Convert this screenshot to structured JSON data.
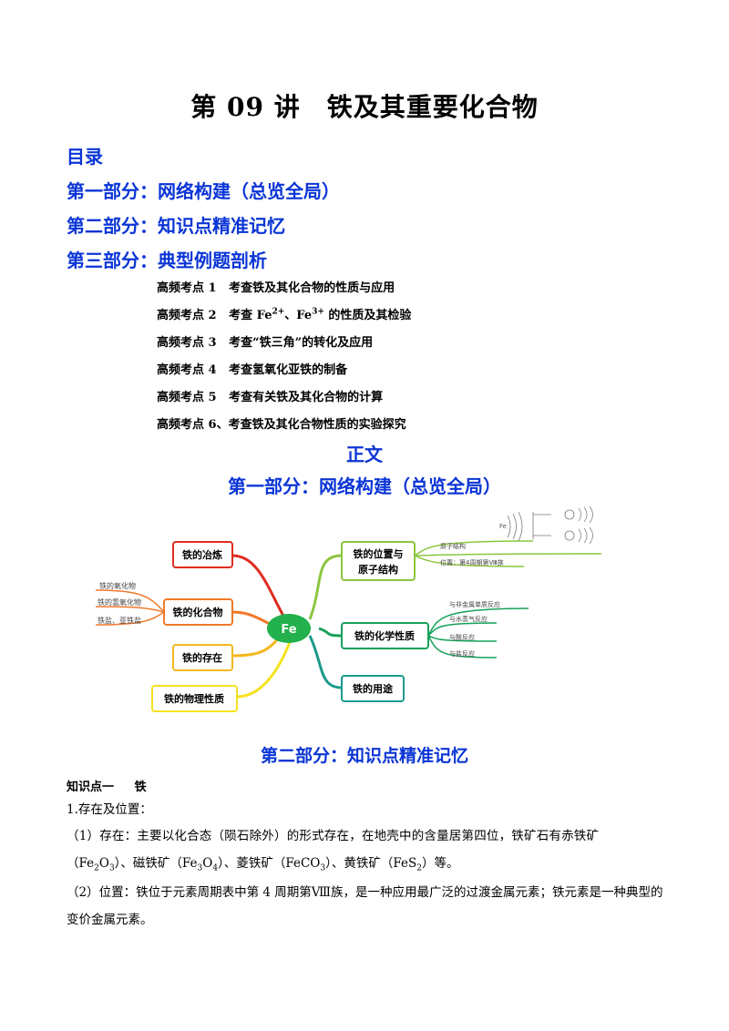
{
  "title": "第 09 讲　铁及其重要化合物",
  "toc": {
    "heading": "目录",
    "parts": [
      "第一部分：网络构建（总览全局）",
      "第二部分：知识点精准记忆",
      "第三部分：典型例题剖析"
    ],
    "points": [
      {
        "label": "高频考点 1",
        "text": "考查铁及其化合物的性质与应用"
      },
      {
        "label": "高频考点 2",
        "pre": "考查 Fe",
        "sup1": "2+",
        "mid": "、Fe",
        "sup2": "3+",
        "post": " 的性质及其检验"
      },
      {
        "label": "高频考点 3",
        "text": "考查“铁三角”的转化及应用"
      },
      {
        "label": "高频考点 4",
        "text": "考查氢氧化亚铁的制备"
      },
      {
        "label": "高频考点 5",
        "text": "考查有关铁及其化合物的计算"
      },
      {
        "label": "高频考点 6、",
        "text": "考查铁及其化合物性质的实验探究"
      }
    ]
  },
  "zhengwen": "正文",
  "part1_heading": "第一部分：网络构建（总览全局）",
  "mindmap": {
    "center": "Fe",
    "left": [
      "铁的冶炼",
      "铁的化合物",
      "铁的存在",
      "铁的物理性质"
    ],
    "left_sub": [
      "铁的氧化物",
      "铁的氢氧化物",
      "铁盐、亚铁盐"
    ],
    "right": [
      "铁的位置与",
      "原子结构",
      "铁的化学性质",
      "铁的用途"
    ],
    "right_pos_sub": [
      "原子结构",
      "位置：第4周期第Ⅷ族"
    ],
    "right_chem_sub": [
      "与非金属单质反应",
      "与水蒸气反应",
      "与酸反应",
      "与盐反应"
    ]
  },
  "part2_heading": "第二部分：知识点精准记忆",
  "kp1": {
    "label": "知识点一",
    "name": "铁"
  },
  "s1": "1.存在及位置：",
  "p1_line1": "（1）存在：主要以化合态（陨石除外）的形式存在，在地壳中的含量居第四位，铁矿石有赤铁矿",
  "p1_line2": {
    "a": "（Fe",
    "b": "2",
    "c": "O",
    "d": "3",
    "e": "）、磁铁矿（Fe",
    "f": "3",
    "g": "O",
    "h": "4",
    "i": "）、菱铁矿（FeCO",
    "j": "3",
    "k": "）、黄铁矿（FeS",
    "l": "2",
    "m": "）等。"
  },
  "p2_line1": "（2）位置：铁位于元素周期表中第 4 周期第Ⅷ族，是一种应用最广泛的过渡金属元素；铁元素是一种典型的",
  "p2_line2": "变价金属元素。"
}
